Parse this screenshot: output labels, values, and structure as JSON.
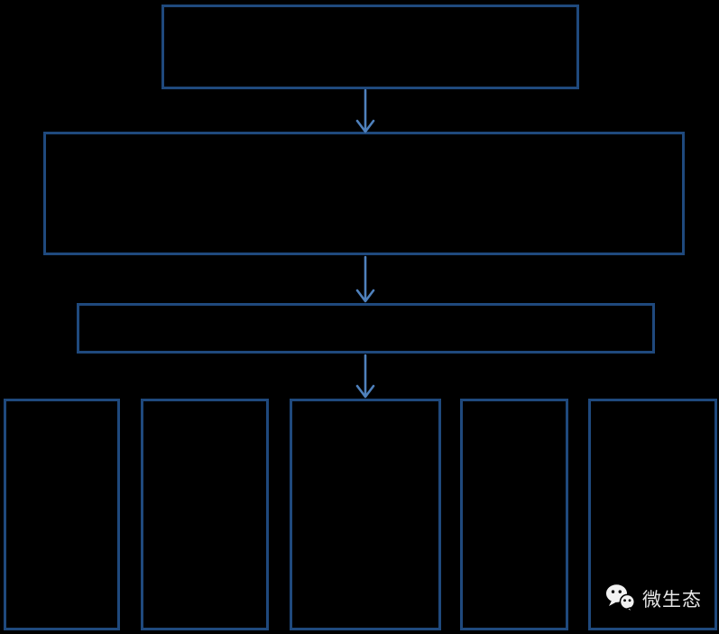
{
  "canvas": {
    "background": "#000000"
  },
  "colors": {
    "canvas-bg": "#000000",
    "box-border": "#1F497D",
    "arrow": "#4F81BD",
    "watermark-icon": "#F2F2F2",
    "watermark-text": "#E6E6E6"
  },
  "diagram": {
    "type": "flowchart",
    "boxes": [
      {
        "id": "top",
        "label": ""
      },
      {
        "id": "level2",
        "label": ""
      },
      {
        "id": "level3",
        "label": ""
      },
      {
        "id": "bottom-1",
        "label": ""
      },
      {
        "id": "bottom-2",
        "label": ""
      },
      {
        "id": "bottom-3",
        "label": ""
      },
      {
        "id": "bottom-4",
        "label": ""
      },
      {
        "id": "bottom-5",
        "label": ""
      }
    ],
    "arrows": [
      {
        "from": "top",
        "to": "level2"
      },
      {
        "from": "level2",
        "to": "level3"
      },
      {
        "from": "level3",
        "to": "bottom-3"
      }
    ]
  },
  "watermark": {
    "label": "微生态"
  }
}
